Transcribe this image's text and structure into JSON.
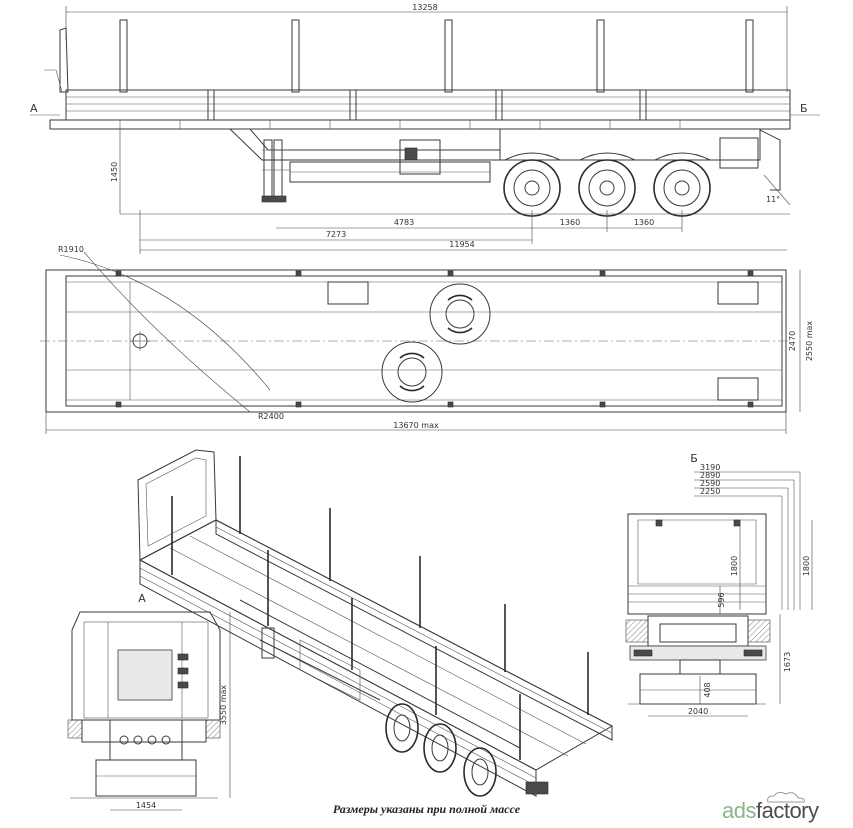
{
  "side_view": {
    "dims": {
      "overall_length": "13258",
      "height": "1450",
      "d1": "4783",
      "d2": "1360",
      "d3": "1360",
      "d4": "7273",
      "d5": "11954"
    },
    "section_a": "А",
    "section_b": "Б",
    "tilt_label": "11°"
  },
  "top_view": {
    "r1": "R1910",
    "r2": "R2400",
    "inner_width": "2470",
    "width_max": "2550 max",
    "length_max": "13670 max"
  },
  "front_view": {
    "label": "А",
    "height_max": "3550 max",
    "track": "1454"
  },
  "rear_view": {
    "label": "Б",
    "heights": [
      "3190",
      "2890",
      "2590",
      "2250"
    ],
    "side_height_1": "1800",
    "side_height_2": "1800",
    "dim_596": "596",
    "dim_1673": "1673",
    "dim_408": "408",
    "track": "2040"
  },
  "caption": "Размеры указаны при полной массе",
  "logo": {
    "part1": "ads",
    "part2": "factory"
  }
}
